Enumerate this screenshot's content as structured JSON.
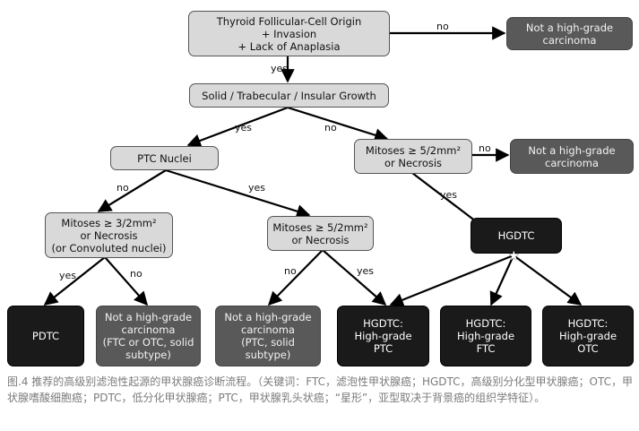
{
  "nodes": {
    "origin": "Thyroid Follicular-Cell Origin\n+ Invasion\n+ Lack of Anaplasia",
    "not_high_grade_1": "Not a high-grade\ncarcinoma",
    "growth": "Solid / Trabecular / Insular Growth",
    "ptc_nuclei": "PTC Nuclei",
    "mitoses_5_right": "Mitoses ≥ 5/2mm²\nor Necrosis",
    "not_high_grade_2": "Not a high-grade\ncarcinoma",
    "mitoses_3": "Mitoses ≥ 3/2mm²\nor Necrosis\n(or Convoluted nuclei)",
    "mitoses_5_mid": "Mitoses ≥ 5/2mm²\nor Necrosis",
    "hgdtc_top": "HGDTC",
    "pdtc": "PDTC",
    "not_high_grade_ftc_otc": "Not a high-grade\ncarcinoma\n(FTC or OTC, solid\nsubtype)",
    "not_high_grade_ptc": "Not a high-grade\ncarcinoma\n(PTC, solid\nsubtype)",
    "hgdtc_ptc": "HGDTC:\nHigh-grade\nPTC",
    "hgdtc_ftc": "HGDTC:\nHigh-grade\nFTC",
    "hgdtc_otc": "HGDTC:\nHigh-grade\nOTC"
  },
  "edge_labels": {
    "origin_no": "no",
    "origin_yes": "yes",
    "growth_yes": "yes",
    "growth_no": "no",
    "mitoses_right_no": "no",
    "mitoses_right_yes": "yes",
    "ptc_no": "no",
    "ptc_yes": "yes",
    "mitoses3_yes": "yes",
    "mitoses3_no": "no",
    "mitoses_mid_no": "no",
    "mitoses_mid_yes": "yes"
  },
  "caption": "图.4 推荐的高级别滤泡性起源的甲状腺癌诊断流程。（关键词：FTC，滤泡性甲状腺癌；HGDTC，高级别分化型甲状腺癌；OTC，甲状腺嗜酸细胞癌；PDTC，低分化甲状腺癌；PTC，甲状腺乳头状癌；“星形”，亚型取决于背景癌的组织学特征）。",
  "colors": {
    "light": "#d9d9d9",
    "gray": "#595959",
    "dark": "#1a1a1a"
  }
}
